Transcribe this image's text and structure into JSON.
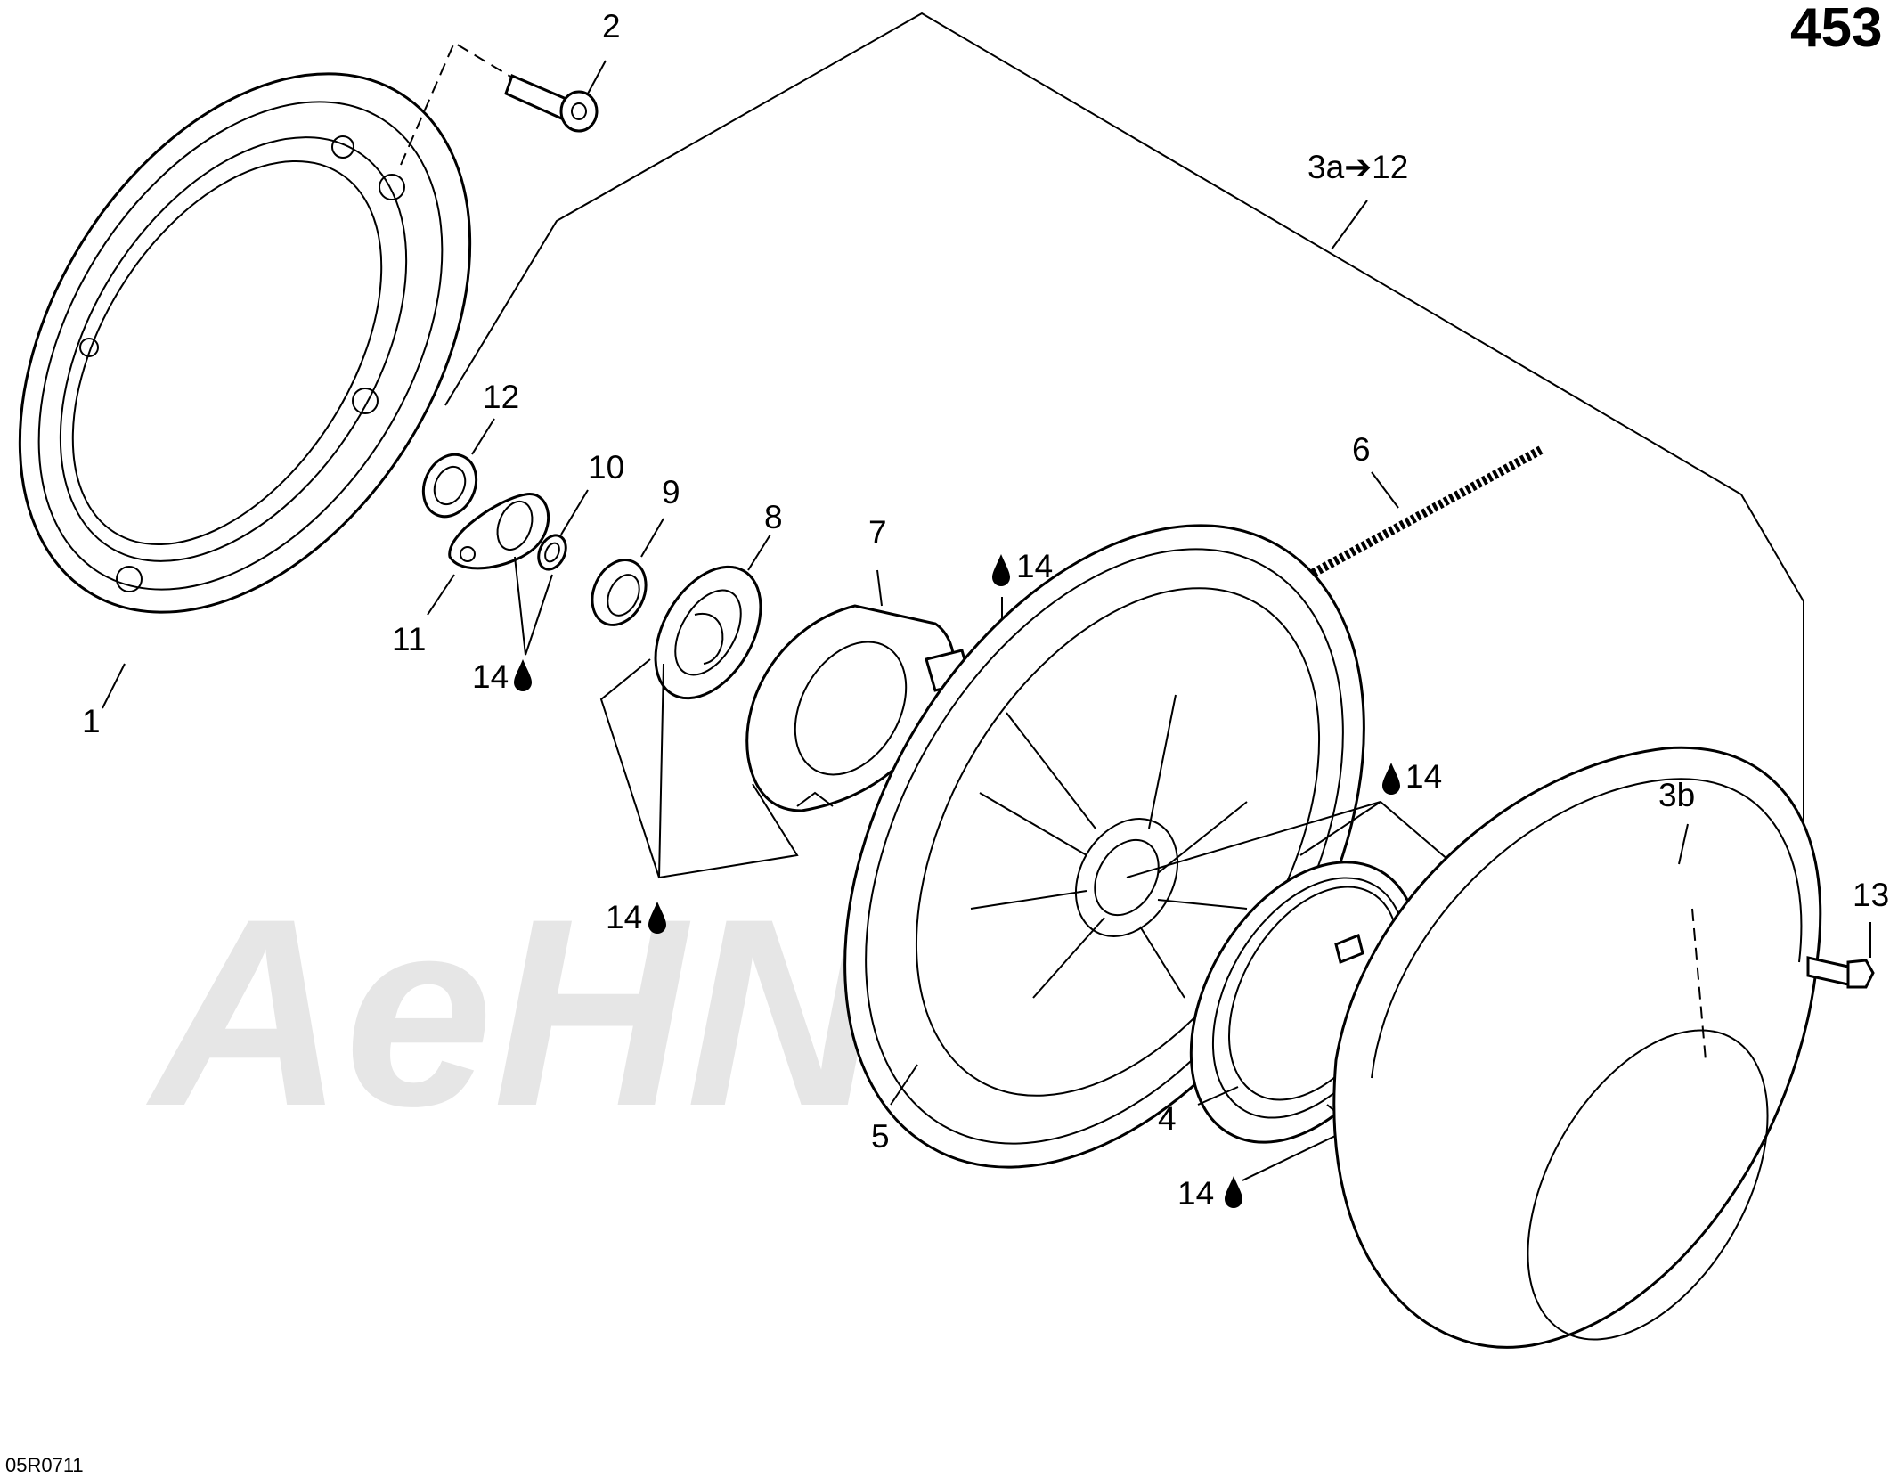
{
  "page_number": "453",
  "diagram_code": "05R0711",
  "watermark": "AeHN",
  "callouts": [
    {
      "id": "1",
      "text": "1"
    },
    {
      "id": "2",
      "text": "2"
    },
    {
      "id": "3a",
      "text": "3a➔12"
    },
    {
      "id": "3b",
      "text": "3b"
    },
    {
      "id": "4",
      "text": "4"
    },
    {
      "id": "5",
      "text": "5"
    },
    {
      "id": "6",
      "text": "6"
    },
    {
      "id": "7",
      "text": "7"
    },
    {
      "id": "8",
      "text": "8"
    },
    {
      "id": "9",
      "text": "9"
    },
    {
      "id": "10",
      "text": "10"
    },
    {
      "id": "11",
      "text": "11"
    },
    {
      "id": "12",
      "text": "12"
    },
    {
      "id": "13",
      "text": "13"
    }
  ],
  "lubrication_callouts": [
    {
      "id": "lube-a",
      "text": "14"
    },
    {
      "id": "lube-b",
      "text": "14"
    },
    {
      "id": "lube-c",
      "text": "14"
    },
    {
      "id": "lube-d",
      "text": "14"
    },
    {
      "id": "lube-e",
      "text": "14"
    }
  ],
  "colors": {
    "line": "#000000",
    "background": "#ffffff",
    "watermark": "#e6e6e6"
  }
}
